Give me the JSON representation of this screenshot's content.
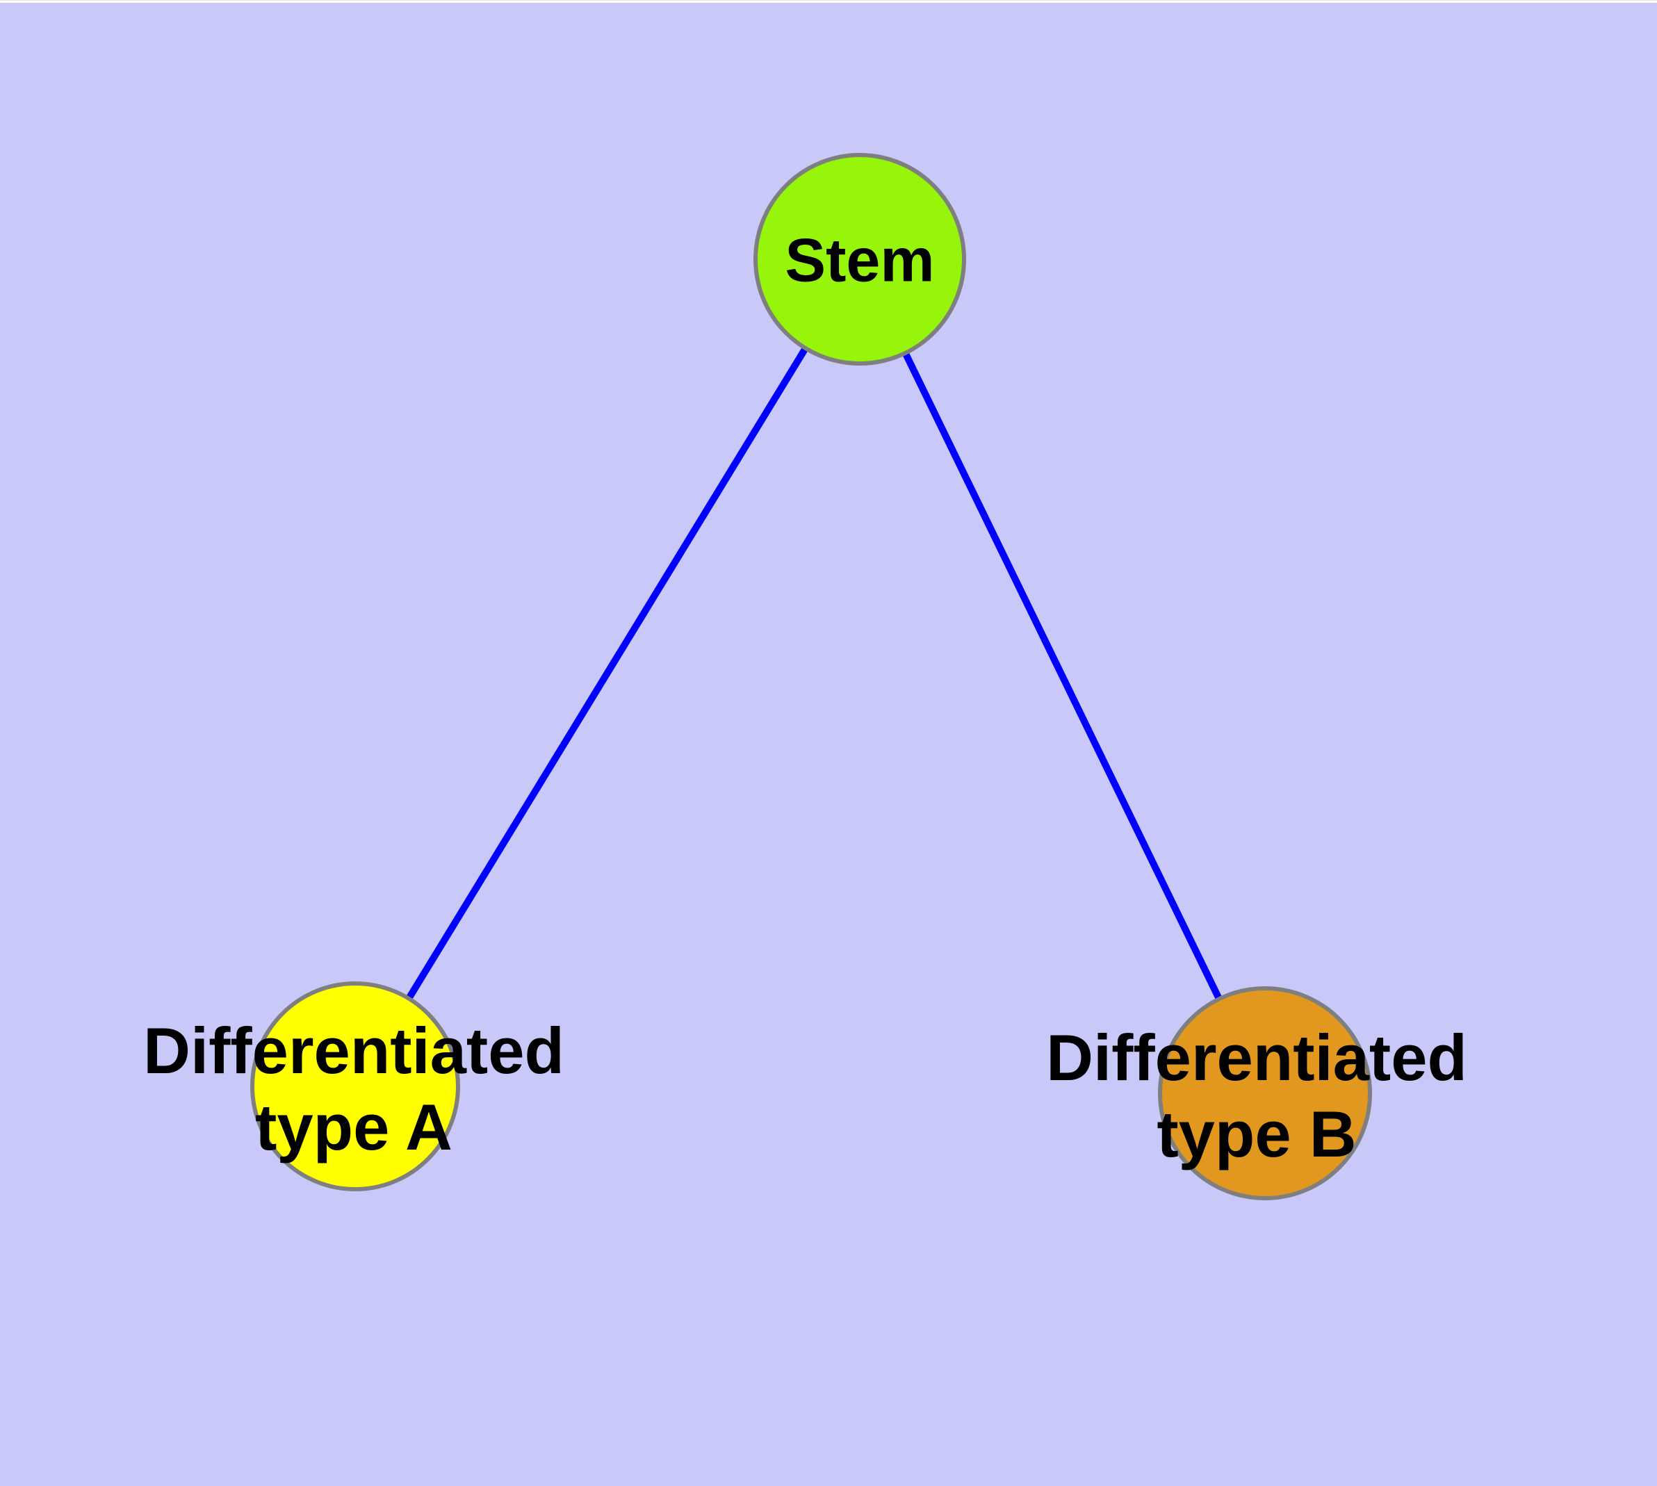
{
  "diagram": {
    "background_color": "#c9c9f9",
    "top_strip_color": "#ffffff",
    "edge_color": "#0000ff",
    "node_border_color": "#7f7f7f",
    "label_color": "#000000",
    "nodes": [
      {
        "id": "stem",
        "label": "Stem",
        "color": "#96f50a"
      },
      {
        "id": "differentiated-type-a",
        "label": "Differentiated type A",
        "label_line1": "Differentiated",
        "label_line2": "type A",
        "color": "#ffff00"
      },
      {
        "id": "differentiated-type-b",
        "label": "Differentiated type B",
        "label_line1": "Differentiated",
        "label_line2": "type B",
        "color": "#e2981e"
      }
    ],
    "edges": [
      {
        "from": "Stem",
        "to": "Differentiated type A"
      },
      {
        "from": "Stem",
        "to": "Differentiated type B"
      }
    ]
  }
}
